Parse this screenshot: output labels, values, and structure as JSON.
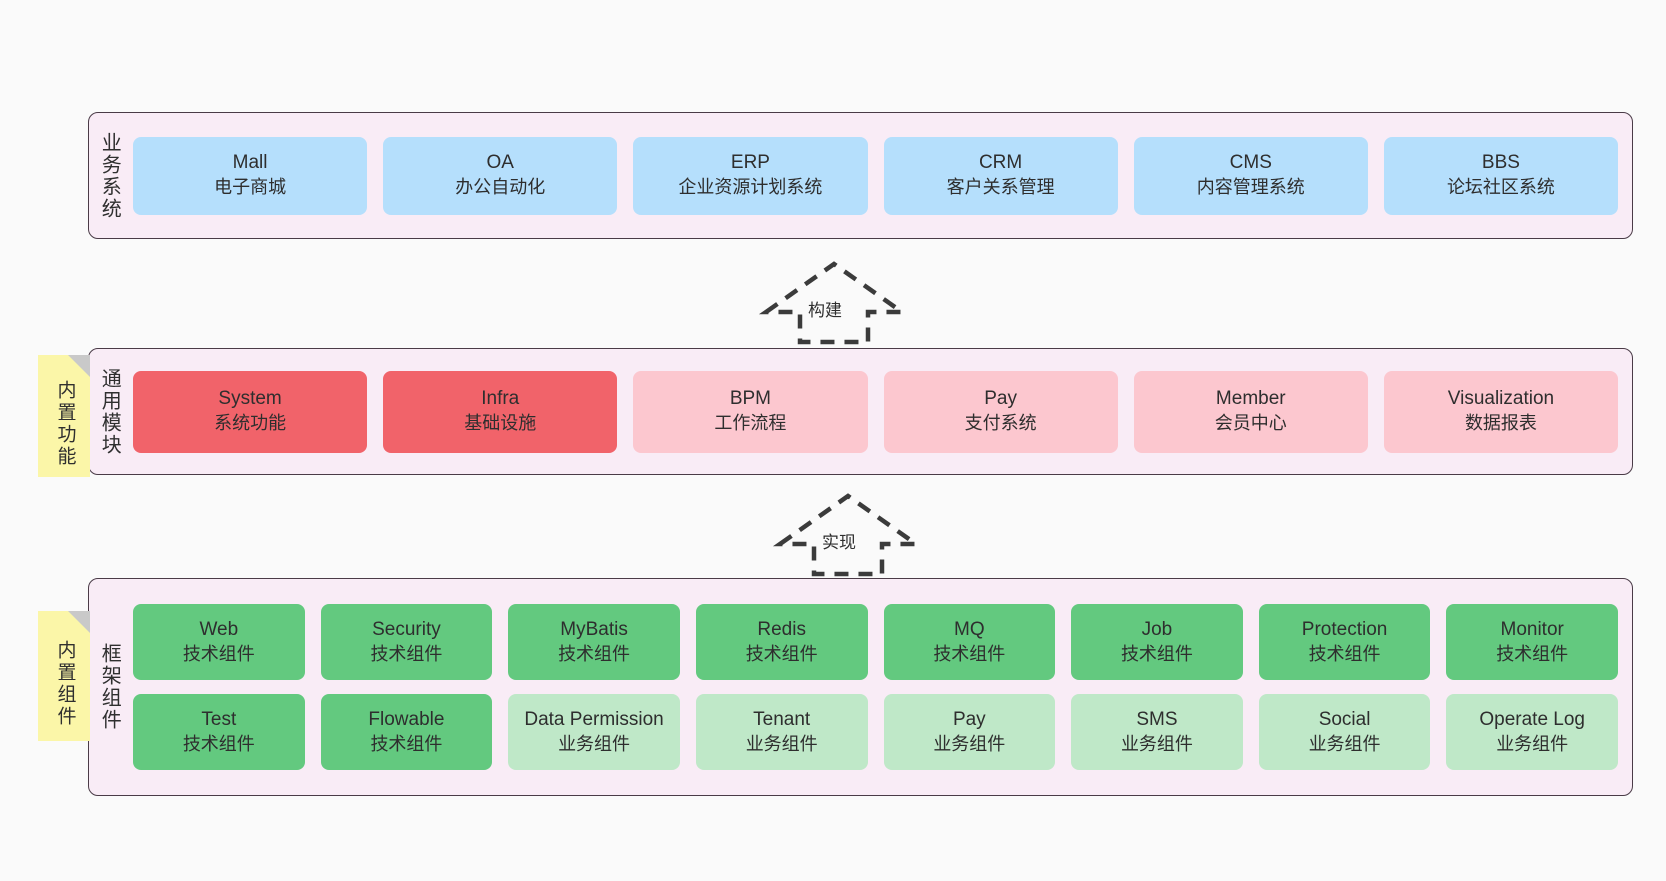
{
  "diagram": {
    "title": "ruoyi-vue-pro architecture layers",
    "background": "#fafafa",
    "container_fill": "#f9ecf6",
    "container_border": "#4a3b47"
  },
  "sticky_notes": [
    {
      "name": "builtin-function",
      "label": "内置功能",
      "color": "#fbf6a8"
    },
    {
      "name": "builtin-component",
      "label": "内置组件",
      "color": "#fbf6a8"
    }
  ],
  "connectors": [
    {
      "name": "build",
      "label": "构建",
      "style": "dashed-hollow-arrow-up"
    },
    {
      "name": "implement",
      "label": "实现",
      "style": "dashed-hollow-arrow-up"
    }
  ],
  "layers": [
    {
      "id": "business",
      "title": "业务系统",
      "rows": [
        {
          "cards": [
            {
              "name": "mall",
              "t1": "Mall",
              "t2": "电子商城",
              "color": "#b5dffc"
            },
            {
              "name": "oa",
              "t1": "OA",
              "t2": "办公自动化",
              "color": "#b5dffc"
            },
            {
              "name": "erp",
              "t1": "ERP",
              "t2": "企业资源计划系统",
              "color": "#b5dffc"
            },
            {
              "name": "crm",
              "t1": "CRM",
              "t2": "客户关系管理",
              "color": "#b5dffc"
            },
            {
              "name": "cms",
              "t1": "CMS",
              "t2": "内容管理系统",
              "color": "#b5dffc"
            },
            {
              "name": "bbs",
              "t1": "BBS",
              "t2": "论坛社区系统",
              "color": "#b5dffc"
            }
          ]
        }
      ]
    },
    {
      "id": "common",
      "title": "通用模块",
      "rows": [
        {
          "cards": [
            {
              "name": "system",
              "t1": "System",
              "t2": "系统功能",
              "color": "#f1636a"
            },
            {
              "name": "infra",
              "t1": "Infra",
              "t2": "基础设施",
              "color": "#f1636a"
            },
            {
              "name": "bpm",
              "t1": "BPM",
              "t2": "工作流程",
              "color": "#fcc7cf"
            },
            {
              "name": "pay",
              "t1": "Pay",
              "t2": "支付系统",
              "color": "#fcc7cf"
            },
            {
              "name": "member",
              "t1": "Member",
              "t2": "会员中心",
              "color": "#fcc7cf"
            },
            {
              "name": "visualization",
              "t1": "Visualization",
              "t2": "数据报表",
              "color": "#fcc7cf"
            }
          ]
        }
      ]
    },
    {
      "id": "framework",
      "title": "框架组件",
      "rows": [
        {
          "cards": [
            {
              "name": "web",
              "t1": "Web",
              "t2": "技术组件",
              "color": "#63c97f"
            },
            {
              "name": "security",
              "t1": "Security",
              "t2": "技术组件",
              "color": "#63c97f"
            },
            {
              "name": "mybatis",
              "t1": "MyBatis",
              "t2": "技术组件",
              "color": "#63c97f"
            },
            {
              "name": "redis",
              "t1": "Redis",
              "t2": "技术组件",
              "color": "#63c97f"
            },
            {
              "name": "mq",
              "t1": "MQ",
              "t2": "技术组件",
              "color": "#63c97f"
            },
            {
              "name": "job",
              "t1": "Job",
              "t2": "技术组件",
              "color": "#63c97f"
            },
            {
              "name": "protection",
              "t1": "Protection",
              "t2": "技术组件",
              "color": "#63c97f"
            },
            {
              "name": "monitor",
              "t1": "Monitor",
              "t2": "技术组件",
              "color": "#63c97f"
            }
          ]
        },
        {
          "cards": [
            {
              "name": "test",
              "t1": "Test",
              "t2": "技术组件",
              "color": "#63c97f"
            },
            {
              "name": "flowable",
              "t1": "Flowable",
              "t2": "技术组件",
              "color": "#63c97f"
            },
            {
              "name": "data-permission",
              "t1": "Data Permission",
              "t2": "业务组件",
              "color": "#bfe8c8"
            },
            {
              "name": "tenant",
              "t1": "Tenant",
              "t2": "业务组件",
              "color": "#bfe8c8"
            },
            {
              "name": "pay",
              "t1": "Pay",
              "t2": "业务组件",
              "color": "#bfe8c8"
            },
            {
              "name": "sms",
              "t1": "SMS",
              "t2": "业务组件",
              "color": "#bfe8c8"
            },
            {
              "name": "social",
              "t1": "Social",
              "t2": "业务组件",
              "color": "#bfe8c8"
            },
            {
              "name": "operate-log",
              "t1": "Operate Log",
              "t2": "业务组件",
              "color": "#bfe8c8"
            }
          ]
        }
      ]
    }
  ]
}
